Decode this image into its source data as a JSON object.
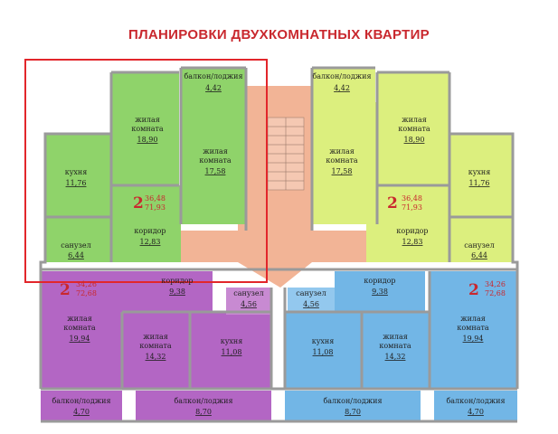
{
  "title": "ПЛАНИРОВКИ ДВУХКОМНАТНЫХ КВАРТИР",
  "colors": {
    "green": "#8fd36a",
    "lime": "#dcef7e",
    "purple": "#b366c4",
    "blue": "#72b6e6",
    "corridor": "#f2b496",
    "wall": "#9a9a9a",
    "highlight": "#e2262b",
    "accent": "#c9282e"
  },
  "apartments": {
    "top_left": {
      "rooms": 2,
      "living_area": "36,48",
      "total_area": "71,93",
      "labels": {
        "balcony": "балкон/лоджия",
        "balcony_area": "4,42",
        "living1": "жилая\nкомната",
        "living1_area": "18,90",
        "living2": "жилая\nкомната",
        "living2_area": "17,58",
        "kitchen": "кухня",
        "kitchen_area": "11,76",
        "corridor": "коридор",
        "corridor_area": "12,83",
        "bath": "санузел",
        "bath_area": "6,44"
      }
    },
    "top_right": {
      "rooms": 2,
      "living_area": "36,48",
      "total_area": "71,93",
      "labels": {
        "balcony": "балкон/лоджия",
        "balcony_area": "4,42",
        "living1": "жилая\nкомната",
        "living1_area": "18,90",
        "living2": "жилая\nкомната",
        "living2_area": "17,58",
        "kitchen": "кухня",
        "kitchen_area": "11,76",
        "corridor": "коридор",
        "corridor_area": "12,83",
        "bath": "санузел",
        "bath_area": "6,44"
      }
    },
    "bottom_left": {
      "rooms": 2,
      "living_area": "34,26",
      "total_area": "72,68",
      "labels": {
        "corridor": "коридор",
        "corridor_area": "9,38",
        "living1": "жилая\nкомната",
        "living1_area": "19,94",
        "living2": "жилая\nкомната",
        "living2_area": "14,32",
        "kitchen": "кухня",
        "kitchen_area": "11,08",
        "bath": "санузел",
        "bath_area": "4,56",
        "balcony1": "балкон/лоджия",
        "balcony1_area": "4,70",
        "balcony2": "балкон/лоджия",
        "balcony2_area": "8,70"
      }
    },
    "bottom_right": {
      "rooms": 2,
      "living_area": "34,26",
      "total_area": "72,68",
      "labels": {
        "corridor": "коридор",
        "corridor_area": "9,38",
        "living1": "жилая\nкомната",
        "living1_area": "19,94",
        "living2": "жилая\nкомната",
        "living2_area": "14,32",
        "kitchen": "кухня",
        "kitchen_area": "11,08",
        "bath": "санузел",
        "bath_area": "4,56",
        "balcony1": "балкон/лоджия",
        "balcony1_area": "4,70",
        "balcony2": "балкон/лоджия",
        "balcony2_area": "8,70"
      }
    }
  }
}
